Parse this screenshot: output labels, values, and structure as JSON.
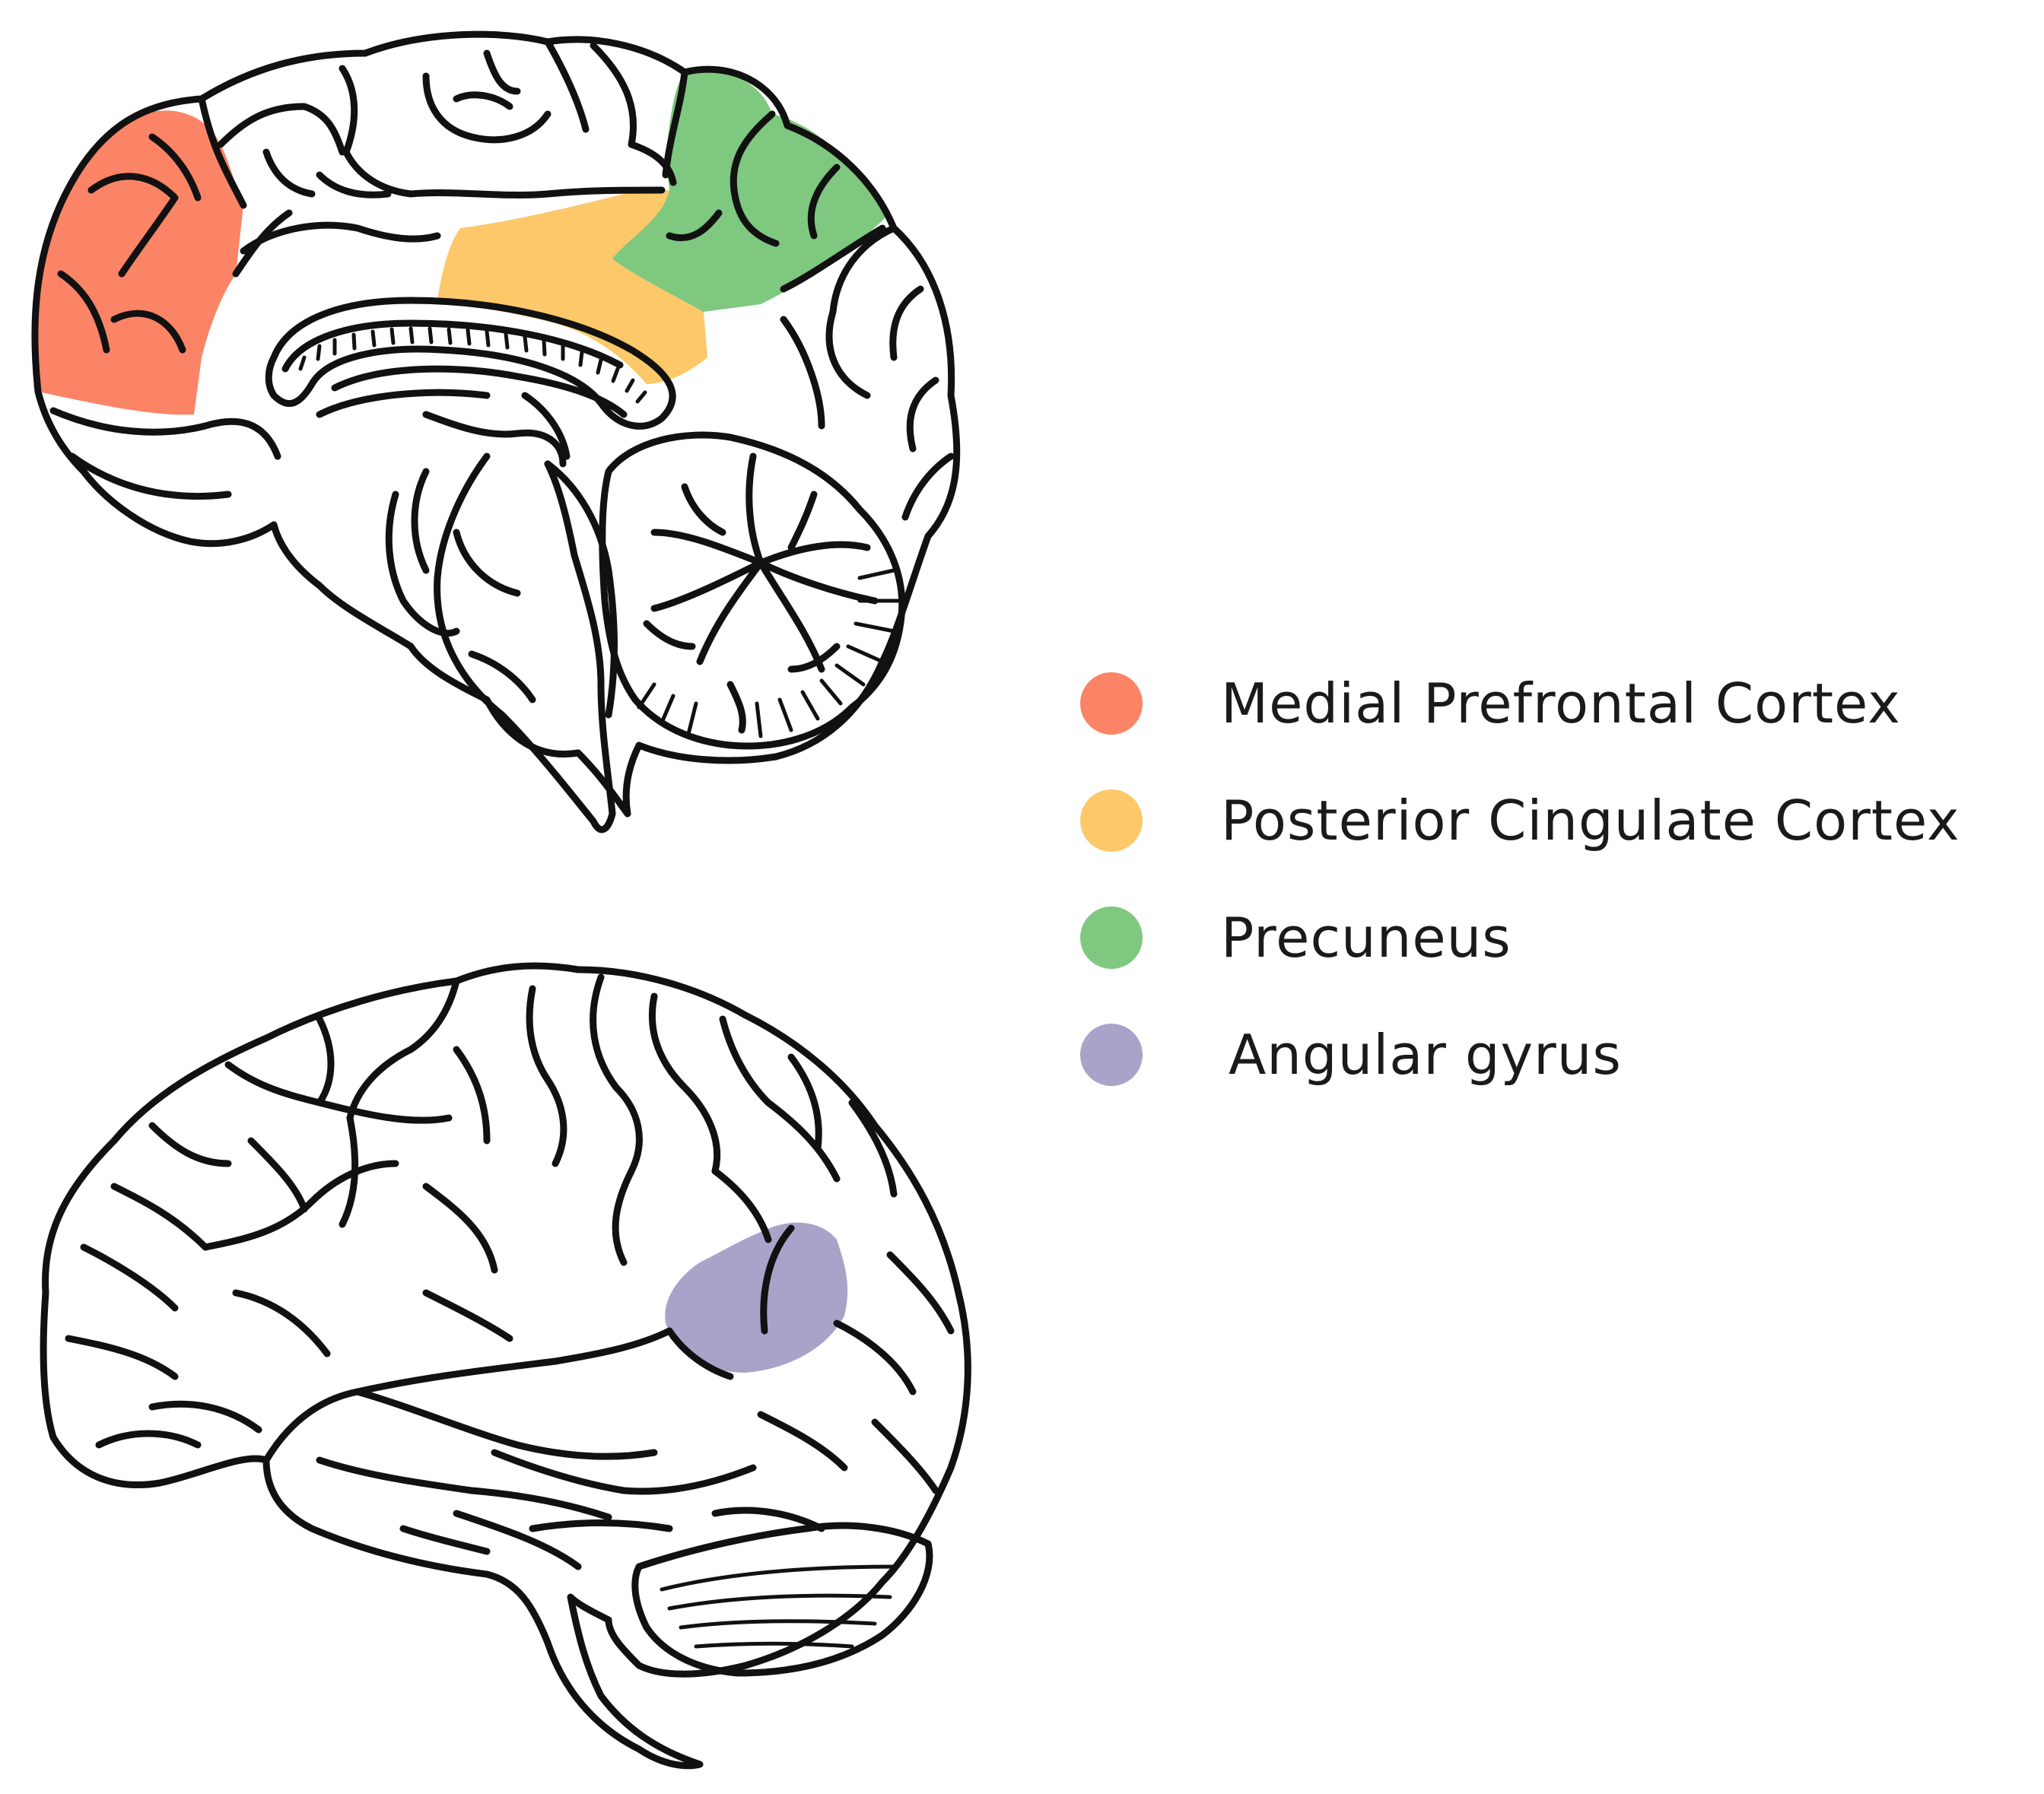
{
  "legend": {
    "items": [
      {
        "label": "Medial Prefrontal Cortex",
        "color": "#fb8466"
      },
      {
        "label": "Posterior Cingulate Cortex",
        "color": "#fcc86a"
      },
      {
        "label": "Precuneus",
        "color": "#7ec880"
      },
      {
        "label": "Angular gyrus",
        "color": "#a9a3c9"
      }
    ]
  },
  "colors": {
    "outline": "#111111",
    "background": "#ffffff"
  }
}
